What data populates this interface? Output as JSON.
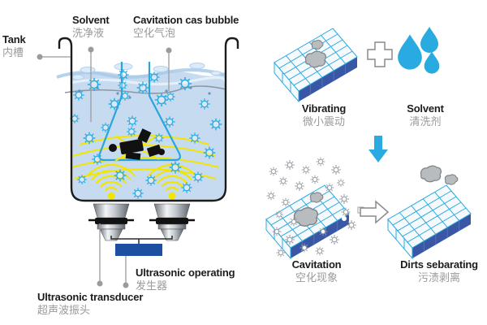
{
  "page": {
    "description": "Ultrasonic cleaning principle diagram: tank with transducers (left), cleaning process steps (right)"
  },
  "colors": {
    "accent_blue": "#29abe2",
    "water_fill": "#c7dbf0",
    "wave_yellow": "#f2e600",
    "generator_blue": "#1d4fa0",
    "surface_side_blue": "#3a57a5",
    "dirt_gray": "#b9bcbe",
    "label_en": "#1c1c1c",
    "label_zh": "#9a9a9a"
  },
  "left": {
    "labels": {
      "tank": {
        "en": "Tank",
        "zh": "内槽"
      },
      "solvent": {
        "en": "Solvent",
        "zh": "洗净液"
      },
      "cavitation_bubble": {
        "en": "Cavitation cas bubble",
        "zh": "空化气泡"
      },
      "transducer": {
        "en": "Ultrasonic transducer",
        "zh": "超声波振头"
      },
      "operating": {
        "en": "Ultrasonic operating",
        "zh": "发生器"
      }
    }
  },
  "right": {
    "steps": {
      "vibrating": {
        "en": "Vibrating",
        "zh": "微小震动"
      },
      "solvent": {
        "en": "Solvent",
        "zh": "清洗剂"
      },
      "cavitation": {
        "en": "Cavitation",
        "zh": "空化现象"
      },
      "dirts": {
        "en": "Dirts sebarating",
        "zh": "污渍剥离"
      }
    }
  },
  "icons": {
    "cavitation-bubble-icon": "spiked circle (gas bubble)",
    "starburst-icon": "gray spiked bubble",
    "ultrasonic-wave-icon": "yellow wifi-style arcs",
    "water-droplets-icon": "three blue teardrops",
    "plus-icon": "outlined plus",
    "down-arrow-icon": "solid blue arrow",
    "right-arrow-icon": "outlined white arrow",
    "dirt-icon": "gray blob",
    "transducer-icon": "metal cone with black ring",
    "generator-box": "dark blue rectangle"
  }
}
